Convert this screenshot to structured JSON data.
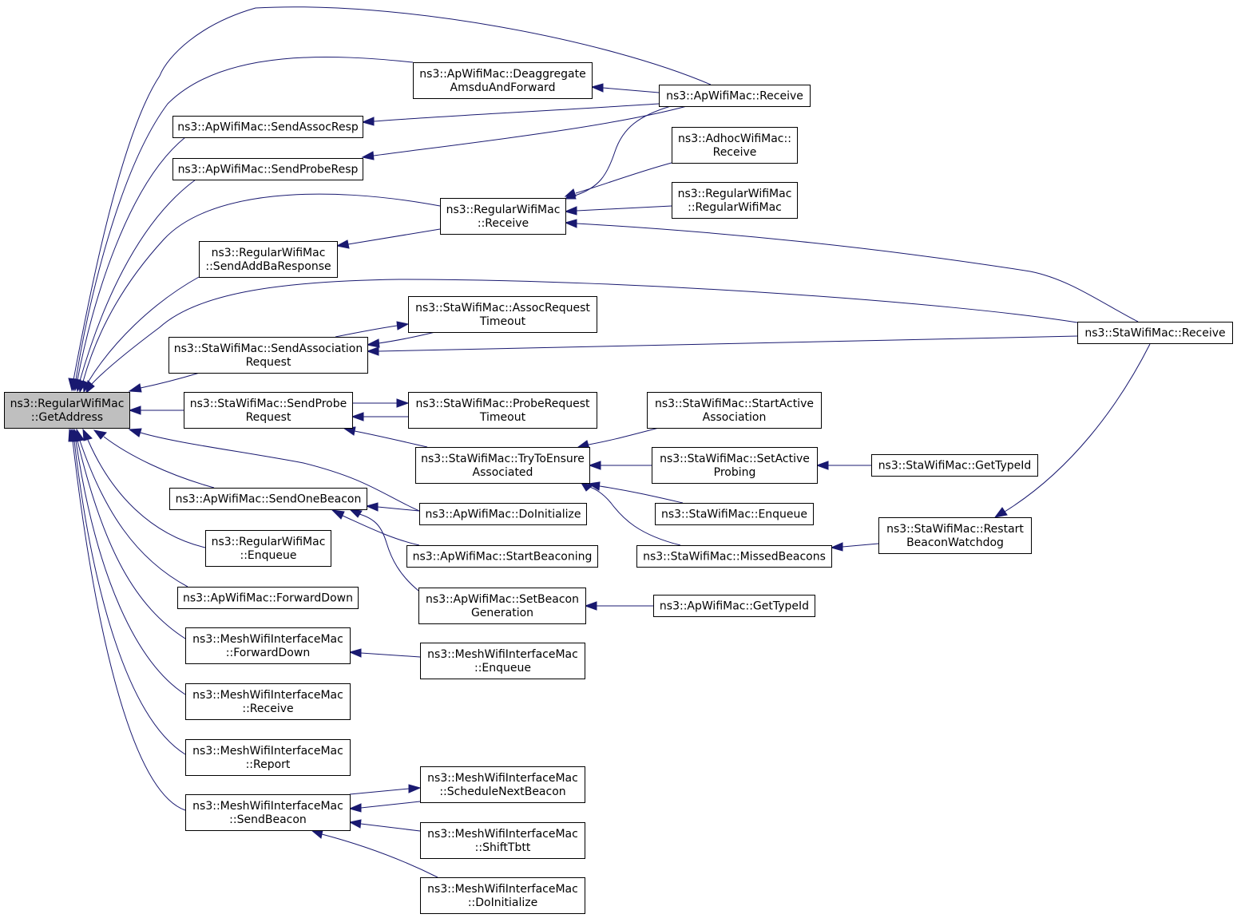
{
  "graph": {
    "nodes": [
      {
        "id": "root",
        "lines": [
          "ns3::RegularWifiMac",
          "::GetAddress"
        ],
        "highlight": true
      },
      {
        "id": "ap_deagg",
        "lines": [
          "ns3::ApWifiMac::Deaggregate",
          "AmsduAndForward"
        ]
      },
      {
        "id": "ap_receive",
        "lines": [
          "ns3::ApWifiMac::Receive"
        ]
      },
      {
        "id": "ap_sendassoc",
        "lines": [
          "ns3::ApWifiMac::SendAssocResp"
        ]
      },
      {
        "id": "ap_sendprobe",
        "lines": [
          "ns3::ApWifiMac::SendProbeResp"
        ]
      },
      {
        "id": "adhoc_receive",
        "lines": [
          "ns3::AdhocWifiMac::",
          "Receive"
        ]
      },
      {
        "id": "reg_receive",
        "lines": [
          "ns3::RegularWifiMac",
          "::Receive"
        ]
      },
      {
        "id": "reg_ctor",
        "lines": [
          "ns3::RegularWifiMac",
          "::RegularWifiMac"
        ]
      },
      {
        "id": "reg_sendaddba",
        "lines": [
          "ns3::RegularWifiMac",
          "::SendAddBaResponse"
        ]
      },
      {
        "id": "sta_assoctimeout",
        "lines": [
          "ns3::StaWifiMac::AssocRequest",
          "Timeout"
        ]
      },
      {
        "id": "sta_sendassoc",
        "lines": [
          "ns3::StaWifiMac::SendAssociation",
          "Request"
        ]
      },
      {
        "id": "sta_receive",
        "lines": [
          "ns3::StaWifiMac::Receive"
        ]
      },
      {
        "id": "sta_sendprobe",
        "lines": [
          "ns3::StaWifiMac::SendProbe",
          "Request"
        ]
      },
      {
        "id": "sta_probetimeout",
        "lines": [
          "ns3::StaWifiMac::ProbeRequest",
          "Timeout"
        ]
      },
      {
        "id": "sta_startactive",
        "lines": [
          "ns3::StaWifiMac::StartActive",
          "Association"
        ]
      },
      {
        "id": "sta_trytoensure",
        "lines": [
          "ns3::StaWifiMac::TryToEnsure",
          "Associated"
        ]
      },
      {
        "id": "sta_setactive",
        "lines": [
          "ns3::StaWifiMac::SetActive",
          "Probing"
        ]
      },
      {
        "id": "sta_gettypeid",
        "lines": [
          "ns3::StaWifiMac::GetTypeId"
        ]
      },
      {
        "id": "ap_sendonebeacon",
        "lines": [
          "ns3::ApWifiMac::SendOneBeacon"
        ]
      },
      {
        "id": "ap_doinit",
        "lines": [
          "ns3::ApWifiMac::DoInitialize"
        ]
      },
      {
        "id": "sta_enqueue",
        "lines": [
          "ns3::StaWifiMac::Enqueue"
        ]
      },
      {
        "id": "sta_restart",
        "lines": [
          "ns3::StaWifiMac::Restart",
          "BeaconWatchdog"
        ]
      },
      {
        "id": "reg_enqueue",
        "lines": [
          "ns3::RegularWifiMac",
          "::Enqueue"
        ]
      },
      {
        "id": "ap_startbeacon",
        "lines": [
          "ns3::ApWifiMac::StartBeaconing"
        ]
      },
      {
        "id": "sta_missed",
        "lines": [
          "ns3::StaWifiMac::MissedBeacons"
        ]
      },
      {
        "id": "ap_forwarddown",
        "lines": [
          "ns3::ApWifiMac::ForwardDown"
        ]
      },
      {
        "id": "ap_setbeacongen",
        "lines": [
          "ns3::ApWifiMac::SetBeacon",
          "Generation"
        ]
      },
      {
        "id": "ap_gettypeid",
        "lines": [
          "ns3::ApWifiMac::GetTypeId"
        ]
      },
      {
        "id": "mesh_forwarddown",
        "lines": [
          "ns3::MeshWifiInterfaceMac",
          "::ForwardDown"
        ]
      },
      {
        "id": "mesh_enqueue",
        "lines": [
          "ns3::MeshWifiInterfaceMac",
          "::Enqueue"
        ]
      },
      {
        "id": "mesh_receive",
        "lines": [
          "ns3::MeshWifiInterfaceMac",
          "::Receive"
        ]
      },
      {
        "id": "mesh_report",
        "lines": [
          "ns3::MeshWifiInterfaceMac",
          "::Report"
        ]
      },
      {
        "id": "mesh_schedule",
        "lines": [
          "ns3::MeshWifiInterfaceMac",
          "::ScheduleNextBeacon"
        ]
      },
      {
        "id": "mesh_sendbeacon",
        "lines": [
          "ns3::MeshWifiInterfaceMac",
          "::SendBeacon"
        ]
      },
      {
        "id": "mesh_shift",
        "lines": [
          "ns3::MeshWifiInterfaceMac",
          "::ShiftTbtt"
        ]
      },
      {
        "id": "mesh_doinit",
        "lines": [
          "ns3::MeshWifiInterfaceMac",
          "::DoInitialize"
        ]
      }
    ],
    "edges": [
      {
        "from": "ap_receive",
        "to": "root"
      },
      {
        "from": "ap_deagg",
        "to": "root"
      },
      {
        "from": "ap_sendassoc",
        "to": "root"
      },
      {
        "from": "ap_sendprobe",
        "to": "root"
      },
      {
        "from": "reg_receive",
        "to": "root"
      },
      {
        "from": "reg_sendaddba",
        "to": "root"
      },
      {
        "from": "sta_receive",
        "to": "root"
      },
      {
        "from": "sta_sendassoc",
        "to": "root"
      },
      {
        "from": "sta_sendprobe",
        "to": "root"
      },
      {
        "from": "ap_doinit",
        "to": "root"
      },
      {
        "from": "ap_sendonebeacon",
        "to": "root"
      },
      {
        "from": "reg_enqueue",
        "to": "root"
      },
      {
        "from": "ap_forwarddown",
        "to": "root"
      },
      {
        "from": "mesh_forwarddown",
        "to": "root"
      },
      {
        "from": "mesh_receive",
        "to": "root"
      },
      {
        "from": "mesh_report",
        "to": "root"
      },
      {
        "from": "mesh_sendbeacon",
        "to": "root"
      },
      {
        "from": "ap_receive",
        "to": "ap_deagg"
      },
      {
        "from": "ap_receive",
        "to": "ap_sendassoc"
      },
      {
        "from": "ap_receive",
        "to": "ap_sendprobe"
      },
      {
        "from": "ap_receive",
        "to": "reg_receive"
      },
      {
        "from": "adhoc_receive",
        "to": "reg_receive"
      },
      {
        "from": "reg_ctor",
        "to": "reg_receive"
      },
      {
        "from": "sta_receive",
        "to": "reg_receive"
      },
      {
        "from": "reg_receive",
        "to": "reg_sendaddba"
      },
      {
        "from": "sta_sendassoc",
        "to": "sta_assoctimeout"
      },
      {
        "from": "sta_assoctimeout",
        "to": "sta_sendassoc"
      },
      {
        "from": "sta_receive",
        "to": "sta_sendassoc"
      },
      {
        "from": "sta_sendprobe",
        "to": "sta_probetimeout"
      },
      {
        "from": "sta_probetimeout",
        "to": "sta_sendprobe"
      },
      {
        "from": "sta_trytoensure",
        "to": "sta_sendprobe"
      },
      {
        "from": "sta_startactive",
        "to": "sta_trytoensure"
      },
      {
        "from": "sta_setactive",
        "to": "sta_trytoensure"
      },
      {
        "from": "sta_enqueue",
        "to": "sta_trytoensure"
      },
      {
        "from": "sta_missed",
        "to": "sta_trytoensure"
      },
      {
        "from": "sta_gettypeid",
        "to": "sta_setactive"
      },
      {
        "from": "sta_restart",
        "to": "sta_missed"
      },
      {
        "from": "sta_restart",
        "to": "sta_receive"
      },
      {
        "from": "ap_doinit",
        "to": "ap_sendonebeacon"
      },
      {
        "from": "ap_startbeacon",
        "to": "ap_sendonebeacon"
      },
      {
        "from": "ap_setbeacongen",
        "to": "ap_sendonebeacon"
      },
      {
        "from": "ap_gettypeid",
        "to": "ap_setbeacongen"
      },
      {
        "from": "mesh_enqueue",
        "to": "mesh_forwarddown"
      },
      {
        "from": "mesh_sendbeacon",
        "to": "mesh_schedule"
      },
      {
        "from": "mesh_schedule",
        "to": "mesh_sendbeacon"
      },
      {
        "from": "mesh_shift",
        "to": "mesh_sendbeacon"
      },
      {
        "from": "mesh_doinit",
        "to": "mesh_sendbeacon"
      }
    ]
  },
  "colors": {
    "edge": "#191970",
    "node_fill": "#ffffff",
    "root_fill": "#bfbfbf",
    "border": "#000000"
  }
}
